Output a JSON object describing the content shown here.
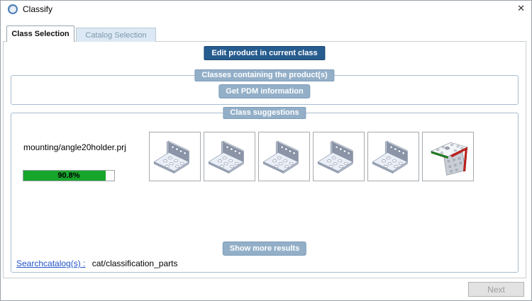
{
  "window": {
    "title": "Classify",
    "close_glyph": "✕"
  },
  "tabs": [
    {
      "label": "Class Selection",
      "active": true
    },
    {
      "label": "Catalog Selection",
      "active": false
    }
  ],
  "actions": {
    "edit_product": "Edit product in current class",
    "get_pdm": "Get PDM information",
    "show_more": "Show more results",
    "next": "Next"
  },
  "groups": {
    "classes_containing": "Classes containing the product(s)",
    "class_suggestions": "Class suggestions"
  },
  "suggestion": {
    "project": "mounting/angle20holder.prj",
    "confidence": "90.8%",
    "confidence_value": 90.8,
    "thumbnails": [
      {
        "icon": "angle-bracket-iso"
      },
      {
        "icon": "angle-bracket-iso"
      },
      {
        "icon": "angle-bracket-iso"
      },
      {
        "icon": "angle-bracket-iso"
      },
      {
        "icon": "angle-bracket-iso"
      },
      {
        "icon": "angle-bracket-colored-edges"
      }
    ]
  },
  "footer": {
    "search_catalog_label": "Searchcatalog(s) :",
    "search_catalog_value": "cat/classification_parts"
  },
  "colors": {
    "dark_button": "#275C8E",
    "light_button": "#93AFC8",
    "progress_green": "#17A52C",
    "link_blue": "#2353C8",
    "inactive_tab_bg": "#DCE9F4"
  }
}
